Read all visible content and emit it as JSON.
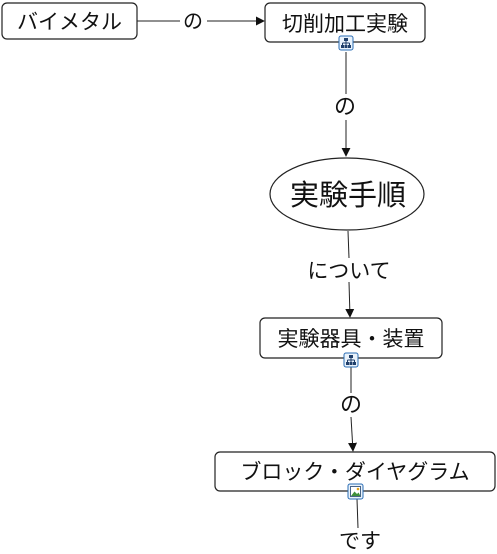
{
  "nodes": {
    "bimetal": "バイメタル",
    "cutting_experiment": "切削加工実験",
    "procedure": "実験手順",
    "equipment": "実験器具・装置",
    "block_diagram": "ブロック・ダイヤグラム"
  },
  "links": {
    "bimetal_to_cutting": "の",
    "cutting_to_procedure": "の",
    "procedure_to_equipment": "について",
    "equipment_to_block": "の",
    "block_tail": "です"
  },
  "icons": {
    "cutting_experiment": "hierarchy-icon",
    "equipment": "hierarchy-icon",
    "block_diagram": "image-icon"
  },
  "colors": {
    "icon_accent": "#2a6db5"
  }
}
